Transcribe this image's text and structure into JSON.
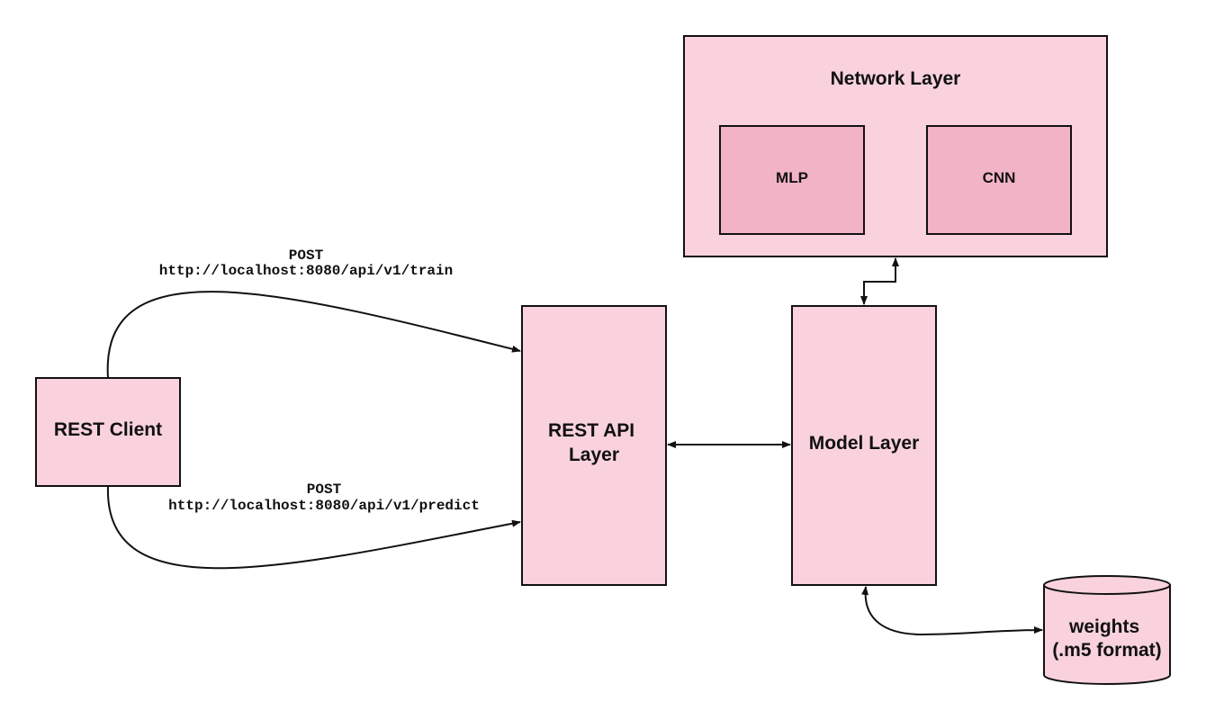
{
  "diagram": {
    "nodes": {
      "rest_client": {
        "label": "REST Client"
      },
      "rest_api_layer": {
        "label_lines": [
          "REST API",
          "Layer"
        ]
      },
      "model_layer": {
        "label": "Model Layer"
      },
      "network_layer": {
        "label": "Network Layer"
      },
      "mlp": {
        "label": "MLP"
      },
      "cnn": {
        "label": "CNN"
      },
      "weights": {
        "label_lines": [
          "weights",
          "(.m5 format)"
        ]
      }
    },
    "edges": {
      "train": {
        "method": "POST",
        "url": "http://localhost:8080/api/v1/train",
        "from": "REST Client",
        "to": "REST API Layer"
      },
      "predict": {
        "method": "POST",
        "url": "http://localhost:8080/api/v1/predict",
        "from": "REST Client",
        "to": "REST API Layer"
      },
      "api_model": {
        "from": "REST API Layer",
        "to": "Model Layer",
        "bidirectional": true
      },
      "model_network": {
        "from": "Model Layer",
        "to": "Network Layer",
        "bidirectional": true
      },
      "model_weights": {
        "from": "Model Layer",
        "to": "weights",
        "bidirectional": true
      }
    },
    "colors": {
      "node_fill": "#f9d2dd",
      "inner_node_fill": "#f3b3c6",
      "stroke": "#111111"
    }
  }
}
